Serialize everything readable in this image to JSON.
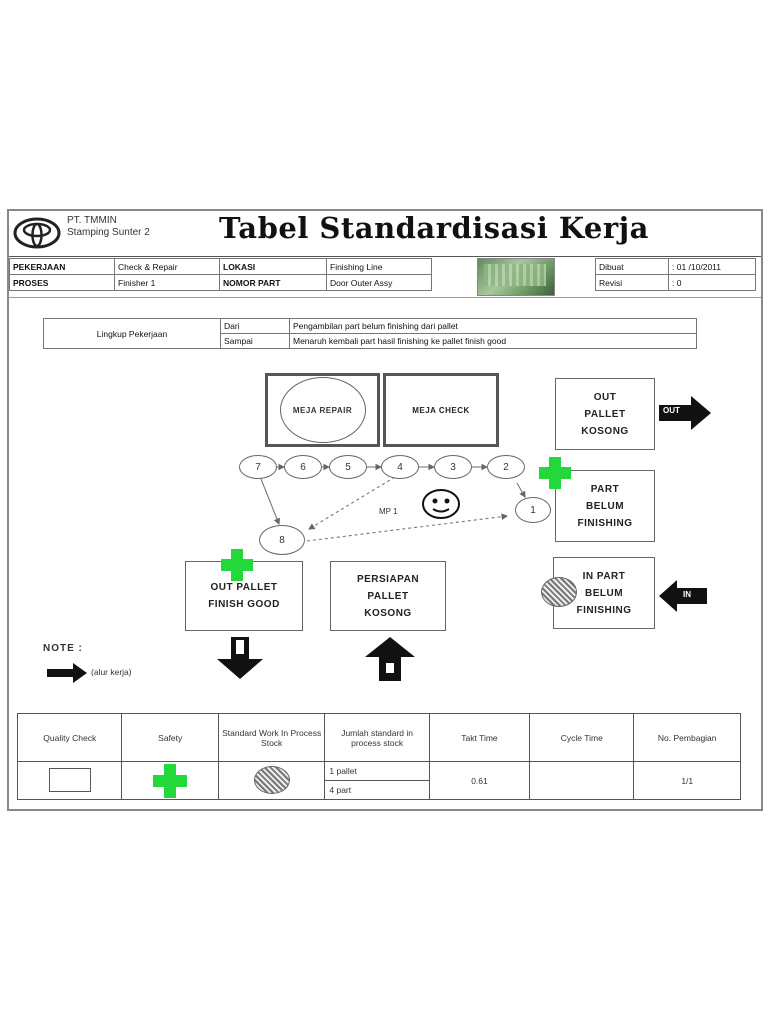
{
  "header": {
    "company_line1": "PT. TMMIN",
    "company_line2": "Stamping Sunter 2",
    "title": "Tabel Standardisasi Kerja"
  },
  "info": {
    "pekerjaan_label": "PEKERJAAN",
    "pekerjaan_value": "Check & Repair",
    "lokasi_label": "LOKASI",
    "lokasi_value": "Finishing Line",
    "dibuat_label": "Dibuat",
    "dibuat_value": ": 01 /10/2011",
    "proses_label": "PROSES",
    "proses_value": "Finisher 1",
    "nomor_part_label": "NOMOR PART",
    "nomor_part_value": "Door Outer Assy",
    "revisi_label": "Revisi",
    "revisi_value": ": 0"
  },
  "job_scope": {
    "label": "Lingkup Pekerjaan",
    "dari_label": "Dari",
    "dari_value": "Pengambilan part belum finishing dari pallet",
    "sampai_label": "Sampai",
    "sampai_value": "Menaruh kembali part hasil finishing ke pallet finish good"
  },
  "diagram": {
    "meja_repair": "MEJA REPAIR",
    "meja_check": "MEJA CHECK",
    "out_pallet_kosong": [
      "OUT",
      "PALLET",
      "KOSONG"
    ],
    "out_arrow_label": "OUT",
    "part_belum_finishing": [
      "PART",
      "BELUM",
      "FINISHING"
    ],
    "out_pallet_finish_good": [
      "OUT PALLET",
      "FINISH GOOD"
    ],
    "persiapan_pallet_kosong": [
      "PERSIAPAN",
      "PALLET",
      "KOSONG"
    ],
    "in_part_belum_finishing": [
      "IN PART",
      "BELUM",
      "FINISHING"
    ],
    "in_arrow_label": "IN",
    "steps_top": [
      "7",
      "6",
      "5",
      "4",
      "3",
      "2"
    ],
    "step_1": "1",
    "step_8": "8",
    "operator_label": "MP 1",
    "note_title": "NOTE :",
    "note_text": "(alur kerja)"
  },
  "bottom": {
    "headers": [
      "Quality Check",
      "Safety",
      "Standard Work In Process Stock",
      "Jumlah standard in process stock",
      "Takt Time",
      "Cycle Time",
      "No. Pembagian"
    ],
    "stock_row1": "1 pallet",
    "stock_row2": "4 part",
    "takt_time": "0.61",
    "cycle_time": "",
    "no_pembagian": "1/1"
  },
  "colors": {
    "safety_cross": "#22d83a",
    "frame": "#888888"
  }
}
